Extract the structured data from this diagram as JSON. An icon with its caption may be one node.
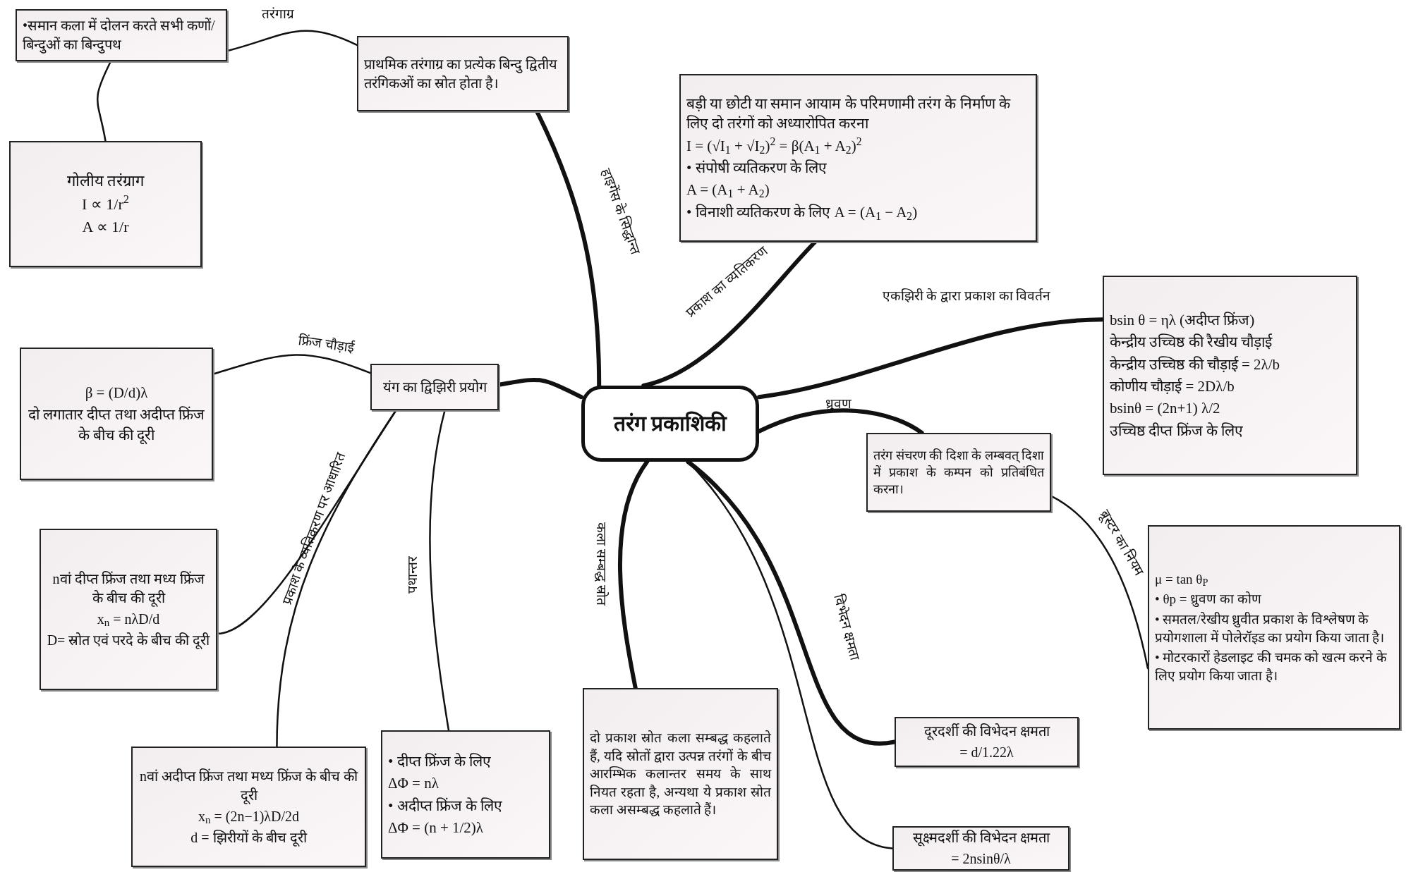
{
  "diagram": {
    "nodes": [
      {
        "text": [
          "तरंग प्रकाशिकी"
        ]
      },
      {
        "text": [
          "•समान कला में दोलन करते सभी कणों/बिन्दुओं का बिन्दुपथ"
        ]
      },
      {
        "text": [
          "प्राथमिक तरंगाग्र का प्रत्येक बिन्दु द्वितीय तरंगिकओं का स्रोत होता है।"
        ]
      },
      {
        "text": [
          "गोलीय तरंग्राग",
          "I ∝ 1/r$^{2}$",
          "A ∝ 1/r"
        ]
      },
      {
        "text": [
          "बड़ी या छोटी या समान आयाम के परिमणामी तरंग के निर्माण के लिए दो तरंगों को अध्यारोपित करना",
          "I = (√I$_{1}$ + √I$_{2}$)$^{2}$ = β(A$_{1}$ + A$_{2}$)$^{2}$",
          "• संपोषी व्यतिकरण के लिए",
          "A = (A$_{1}$ + A$_{2}$)",
          "• विनाशी व्यतिकरण के लिए A = (A$_{1}$ − A$_{2}$)"
        ]
      },
      {
        "text": [
          "bsin θ = ηλ (अदीप्त फ्रिंज)",
          "केन्द्रीय उच्चिष्ठ की रैखीय चौड़ाई",
          "केन्द्रीय उच्चिष्ठ की चौड़ाई = 2λ/b",
          "कोणीय चौड़ाई = 2Dλ/b",
          "bsinθ = (2n+1) λ/2",
          "उच्चिष्ठ दीप्त फ्रिंज के लिए"
        ]
      },
      {
        "text": [
          "तरंग संचरण की दिशा के लम्बवत् दिशा में प्रकाश के कम्पन को प्रतिबंधित करना।"
        ]
      },
      {
        "text": [
          "μ = tan θ$_{P}$",
          "• θp = ध्रुवण का कोण",
          "• समतल/रेखीय ध्रुवीत प्रकाश के विश्लेषण के प्रयोगशाला में पोलेरॉइड का प्रयोग किया जाता है।",
          "• मोटरकारों हेडलाइट की चमक को खत्म करने के लिए प्रयोग किया जाता है।"
        ]
      },
      {
        "text": [
          "यंग का द्विझिरी प्रयोग"
        ]
      },
      {
        "text": [
          "β = (D/d)λ",
          "दो लगातार दीप्त तथा अदीप्त फ्रिंज के बीच की दूरी"
        ]
      },
      {
        "text": [
          "nवां दीप्त फ्रिंज तथा मध्य फ्रिंज के बीच की दूरी",
          "x$_{n}$ = nλD/d",
          "D= स्रोत एवं परदे के बीच की दूरी"
        ]
      },
      {
        "text": [
          "nवां अदीप्त फ्रिंज तथा मध्य फ्रिंज के बीच की दूरी",
          "x$_{n}$ = (2n−1)λD/2d",
          "d = झिरीयों के बीच दूरी"
        ]
      },
      {
        "text": [
          "• दीप्त फ्रिंज के लिए",
          "ΔΦ = nλ",
          "• अदीप्त फ्रिंज के लिए",
          "ΔΦ = (n + 1/2)λ"
        ]
      },
      {
        "text": [
          "दो प्रकाश स्रोत कला सम्बद्ध कहलाते हैं, यदि स्रोतों द्वारा उत्पन्न तरंगों के बीच आरम्भिक कलान्तर समय के साथ नियत रहता है, अन्यथा ये प्रकाश स्रोत कला असम्बद्ध कहलाते हैं।"
        ]
      },
      {
        "text": [
          "दूरदर्शी की विभेदन क्षमता",
          "= d/1.22λ"
        ]
      },
      {
        "text": [
          "सूक्ष्मदर्शी की विभेदन क्षमता",
          "= 2nsinθ/λ"
        ]
      }
    ],
    "edges": [
      {
        "from": 0,
        "to": 2,
        "arrow": "none",
        "label": "हाइगेंस के सिद्धान्त",
        "style": "thick"
      },
      {
        "from": 2,
        "to": 1,
        "arrow": "none",
        "label": "तरंगाग्र"
      },
      {
        "from": 1,
        "to": 3,
        "arrow": "none"
      },
      {
        "from": 0,
        "to": 4,
        "arrow": "none",
        "label": "प्रकाश का व्यतिकरण",
        "style": "thick"
      },
      {
        "from": 0,
        "to": 5,
        "arrow": "none",
        "label": "एकझिरी के द्वारा प्रकाश का विवर्तन",
        "style": "thick"
      },
      {
        "from": 0,
        "to": 6,
        "arrow": "none",
        "label": "ध्रुवण",
        "style": "thick"
      },
      {
        "from": 6,
        "to": 7,
        "arrow": "none",
        "label": "ब्रूस्टर का नियम"
      },
      {
        "from": 0,
        "to": 8,
        "arrow": "none",
        "style": "thick"
      },
      {
        "from": 8,
        "to": 9,
        "arrow": "none",
        "label": "फ्रिंज चौड़ाई"
      },
      {
        "from": 8,
        "to": 11,
        "arrow": "none",
        "label": "प्रकाश के व्यतिकरण पर आधारित"
      },
      {
        "from": 8,
        "to": 10,
        "arrow": "none"
      },
      {
        "from": 8,
        "to": 12,
        "arrow": "none",
        "label": "पथान्तर"
      },
      {
        "from": 0,
        "to": 13,
        "arrow": "none",
        "label": "कला सम्बद्ध स्रोत",
        "style": "thick"
      },
      {
        "from": 0,
        "to": 14,
        "arrow": "none",
        "label": "विभेदन क्षमता",
        "style": "thick"
      },
      {
        "from": 0,
        "to": 15,
        "arrow": "none"
      }
    ]
  }
}
